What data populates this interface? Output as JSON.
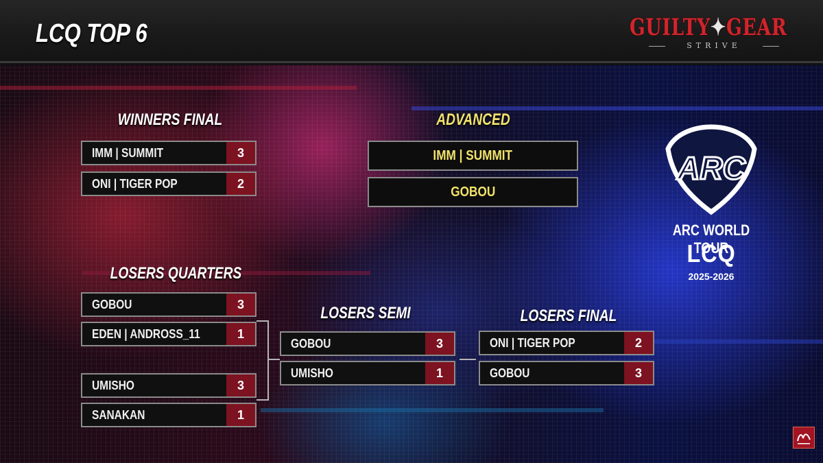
{
  "header": {
    "title": "LCQ TOP 6",
    "game_logo_main_left": "GUILTY",
    "game_logo_main_right": "GEAR",
    "game_logo_sub": "STRIVE"
  },
  "colors": {
    "score_bg": "#7d1220",
    "advanced_text": "#f2e36a",
    "box_border": "#8b8b8b"
  },
  "sections": {
    "winners_final": "WINNERS FINAL",
    "advanced": "ADVANCED",
    "losers_quarters": "LOSERS QUARTERS",
    "losers_semi": "LOSERS SEMI",
    "losers_final": "LOSERS FINAL"
  },
  "winners_final": [
    {
      "name": "IMM | SUMMIT",
      "score": "3"
    },
    {
      "name": "ONI | TIGER POP",
      "score": "2"
    }
  ],
  "advanced": [
    {
      "name": "IMM | SUMMIT"
    },
    {
      "name": "GOBOU"
    }
  ],
  "losers_quarters": [
    {
      "name": "GOBOU",
      "score": "3"
    },
    {
      "name": "EDEN | ANDROSS_11",
      "score": "1"
    },
    {
      "name": "UMISHO",
      "score": "3"
    },
    {
      "name": "SANAKAN",
      "score": "1"
    }
  ],
  "losers_semi": [
    {
      "name": "GOBOU",
      "score": "3"
    },
    {
      "name": "UMISHO",
      "score": "1"
    }
  ],
  "losers_final": [
    {
      "name": "ONI | TIGER POP",
      "score": "2"
    },
    {
      "name": "GOBOU",
      "score": "3"
    }
  ],
  "event_logo": {
    "mark": "ARC",
    "line1": "ARC WORLD TOUR",
    "line2": "LCQ",
    "years": "2025-2026",
    "icon": "arc-shield-icon"
  },
  "corner_logo_icon": "arc-system-works-icon"
}
